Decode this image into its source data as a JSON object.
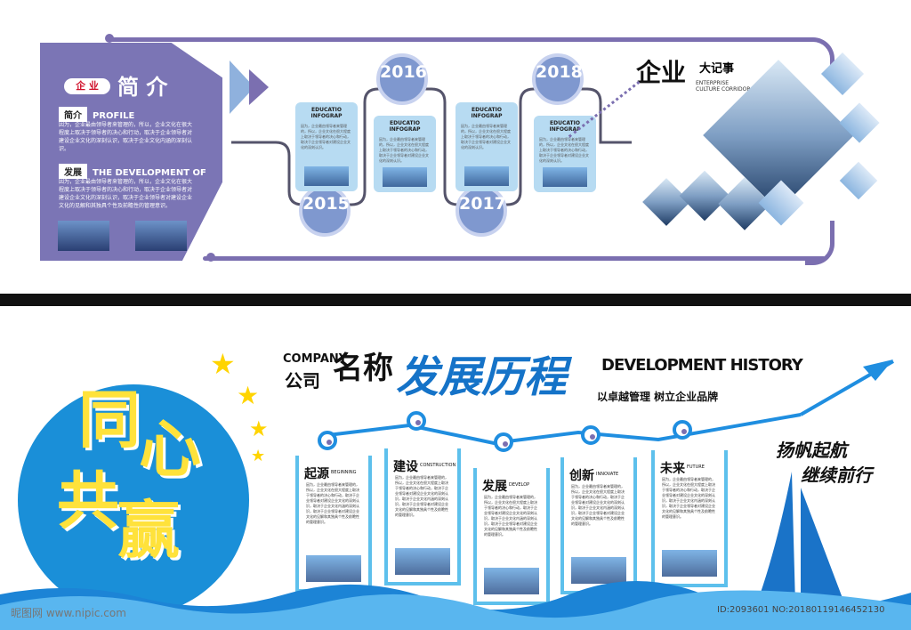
{
  "top_section": {
    "intro": {
      "tag": "企 业",
      "title": "简 介",
      "profile_zh": "简介",
      "profile_en": "PROFILE",
      "profile_text": "因为，企业最由领导者来管理的，所以，企业文化在很大程度上取决于领导者的决心和行动，取决于企业领导者对建设企业文化的深刻认识，取决于企业文化内涵的深刻认识。",
      "development_zh": "发展",
      "development_en": "THE DEVELOPMENT OF",
      "development_text": "因为，企业最由领导者来管理的，所以，企业文化在很大程度上取决于领导者的决心和行动，取决于企业领导者对建设企业文化的深刻认识，取决于企业领导者对建设企业文化的见解和其独具个性及前瞻性的管理意识。"
    },
    "timeline": {
      "years": [
        "2015",
        "2016",
        "2017",
        "2018"
      ],
      "cards": [
        {
          "title_line1": "EDUCATIO",
          "title_line2": "INFOGRAP"
        },
        {
          "title_line1": "EDUCATIO",
          "title_line2": "INFOGRAP"
        },
        {
          "title_line1": "EDUCATIO",
          "title_line2": "INFOGRAP"
        },
        {
          "title_line1": "EDUCATIO",
          "title_line2": "INFOGRAP"
        }
      ],
      "card_text": "因为，企业最由领导者来管理的，所以，企业文化在很大程度上取决于领导者的决心和行动，取决于企业领导者对建设企业文化的深刻认识。"
    },
    "corridor": {
      "title_big": "企业",
      "title_small": "大记事",
      "english_line1": "ENTERPRISE",
      "english_line2": "CULTURE CORRIDOR"
    }
  },
  "bottom_section": {
    "left_slogan": [
      "同",
      "心",
      "共",
      "赢"
    ],
    "company_en": "COMPANY",
    "company_zh": "公司",
    "company_calligraphy": "名称",
    "development_zh": "发展历程",
    "development_en": "DEVELOPMENT HISTORY",
    "tagline": "以卓越管理  树立企业品牌",
    "panels": [
      {
        "head": "起源",
        "en": "BEGINNING"
      },
      {
        "head": "建设",
        "en": "CONSTRUCTION"
      },
      {
        "head": "发展",
        "en": "DEVELOP"
      },
      {
        "head": "创新",
        "en": "INNOVATE"
      },
      {
        "head": "未来",
        "en": "FUTURE"
      }
    ],
    "panel_text": "因为，企业最由领导者来管理的，所以，企业文化在很大程度上取决于领导者的决心和行动，取决于企业领导者对建设企业文化的深刻认识，取决于企业文化内涵的深刻认识，取决于企业领导者对建设企业文化的见解和其独具个性及前瞻性的管理意识。",
    "right_slogan_line1": "扬帆起航",
    "right_slogan_line2": "继续前行"
  },
  "watermark": {
    "left": "昵图网 www.nipic.com",
    "right": "ID:2093601 NO:20180119146452130"
  },
  "colors": {
    "purple": "#7b75b5",
    "blue": "#1a8fd8",
    "yellow": "#ffe23b",
    "card_blue": "#b7dbf2"
  }
}
